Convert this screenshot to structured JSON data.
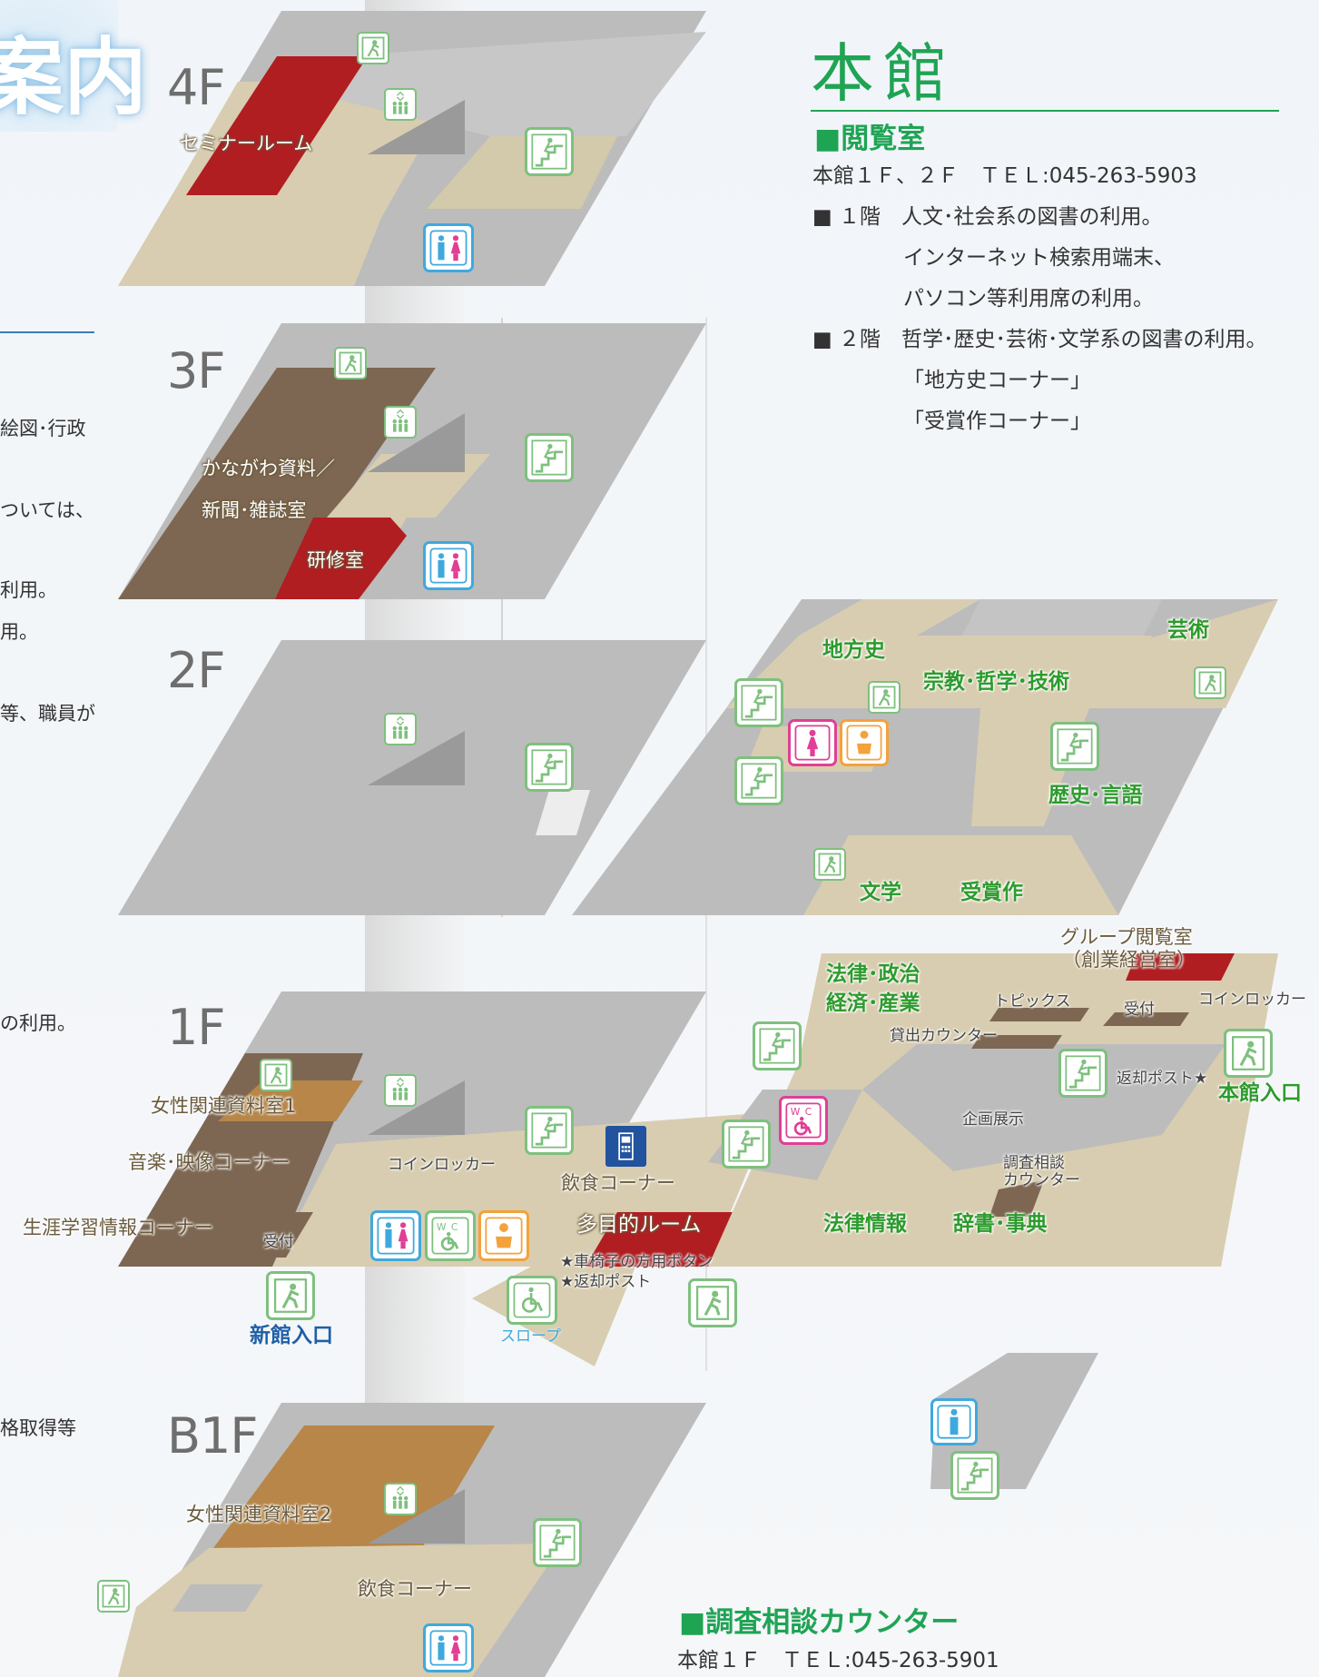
{
  "header": {
    "corner_text": "案内"
  },
  "building": {
    "title": "本館",
    "reading_room": {
      "heading": "■閲覧室",
      "contact": "本館１Ｆ、２Ｆ　ＴＥＬ:045-263-5903",
      "floor1_line1": "■ １階　人文･社会系の図書の利用。",
      "floor1_line2": "インターネット検索用端末、",
      "floor1_line3": "パソコン等利用席の利用。",
      "floor2_line1": "■ ２階　哲学･歴史･芸術･文学系の図書の利用。",
      "floor2_line2": "「地方史コーナー」",
      "floor2_line3": "「受賞作コーナー」"
    },
    "reference_counter": {
      "heading": "■調査相談カウンター",
      "contact": "本館１Ｆ　ＴＥＬ:045-263-5901"
    }
  },
  "left_column": {
    "line1": "絵図･行政",
    "line2": "ついては、",
    "line3": "利用。",
    "line4": "用。",
    "line5": "等、職員が",
    "line6": "の利用。",
    "line7": "格取得等"
  },
  "floors": {
    "f4": {
      "name": "4F",
      "seminar": "セミナールーム"
    },
    "f3": {
      "name": "3F",
      "kanagawa1": "かながわ資料／",
      "kanagawa2": "新聞･雑誌室",
      "training": "研修室"
    },
    "f2": {
      "name": "2F"
    },
    "f1": {
      "name": "1F",
      "women1": "女性関連資料室1",
      "music": "音楽･映像コーナー",
      "lifelong": "生涯学習情報コーナー",
      "reception": "受付",
      "locker": "コインロッカー",
      "eating": "飲食コーナー",
      "multipurpose": "多目的ルーム",
      "wheelchair_button": "★車椅子の方用ボタン",
      "return_post": "★返却ポスト",
      "slope": "スロープ",
      "new_entrance": "新館入口"
    },
    "b1": {
      "name": "B1F",
      "women2": "女性関連資料室2",
      "eating": "飲食コーナー"
    }
  },
  "main2f": {
    "local_history": "地方史",
    "art": "芸術",
    "religion": "宗教･哲学･技術",
    "history": "歴史･言語",
    "literature": "文学",
    "award": "受賞作"
  },
  "main1f": {
    "group_room1": "グループ閲覧室",
    "group_room2": "（創業経営室）",
    "law_politics": "法律･政治",
    "economy": "経済･産業",
    "topics": "トピックス",
    "reception": "受付",
    "locker": "コインロッカー",
    "lending": "貸出カウンター",
    "return_post": "返却ポスト★",
    "entrance": "本館入口",
    "exhibition": "企画展示",
    "consult1": "調査相談",
    "consult2": "カウンター",
    "law_info": "法律情報",
    "dictionary": "辞書･事典"
  },
  "colors": {
    "floor_beige": "#d8cdb0",
    "floor_grey": "#bcbcbc",
    "room_red": "#b01e22",
    "room_brown": "#7d6752",
    "room_orange": "#b78648",
    "accent_green": "#1fa454",
    "icon_green": "#7ec07e",
    "icon_blue": "#3fa9dd",
    "icon_pink": "#e03f95",
    "icon_orange": "#f3a23c"
  },
  "icons": [
    "emergency-exit-icon",
    "elevator-icon",
    "stairs-icon",
    "restroom-icon",
    "accessible-restroom-icon",
    "baby-care-icon",
    "public-phone-icon",
    "wheelchair-slope-icon",
    "womens-restroom-icon",
    "mens-restroom-icon"
  ]
}
